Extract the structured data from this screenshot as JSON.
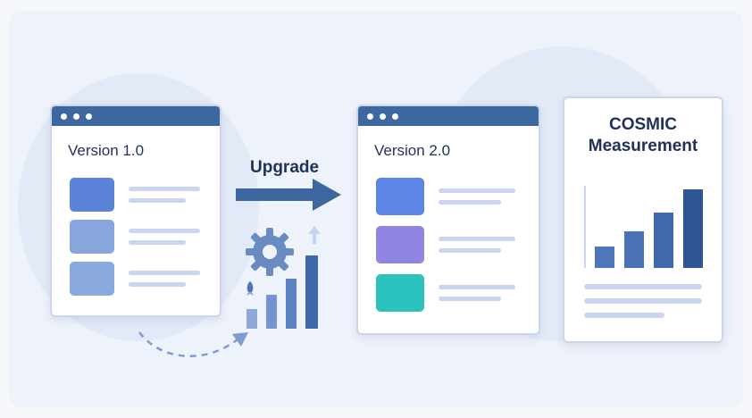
{
  "left_window": {
    "title": "Version 1.0",
    "blocks": [
      {
        "color": "#5b84d8"
      },
      {
        "color": "#88a6de"
      },
      {
        "color": "#8aa9dc"
      }
    ]
  },
  "upgrade": {
    "label": "Upgrade"
  },
  "right_window": {
    "title": "Version 2.0",
    "blocks": [
      {
        "color": "#5c86e6"
      },
      {
        "color": "#8f85e2"
      },
      {
        "color": "#2cc2bd"
      }
    ]
  },
  "measurement_card": {
    "title_line1": "COSMIC",
    "title_line2": "Measurement",
    "bar_levels": [
      0.27,
      0.47,
      0.7,
      1.0
    ]
  },
  "colors": {
    "accent": "#3d679f",
    "text": "#1f3158",
    "line": "#c9d6ee",
    "bar": "#3e67a6"
  },
  "icons": [
    "gear-icon",
    "rocket-icon",
    "arrow-up-icon",
    "right-arrow-icon",
    "curved-dashed-arrow-icon"
  ]
}
